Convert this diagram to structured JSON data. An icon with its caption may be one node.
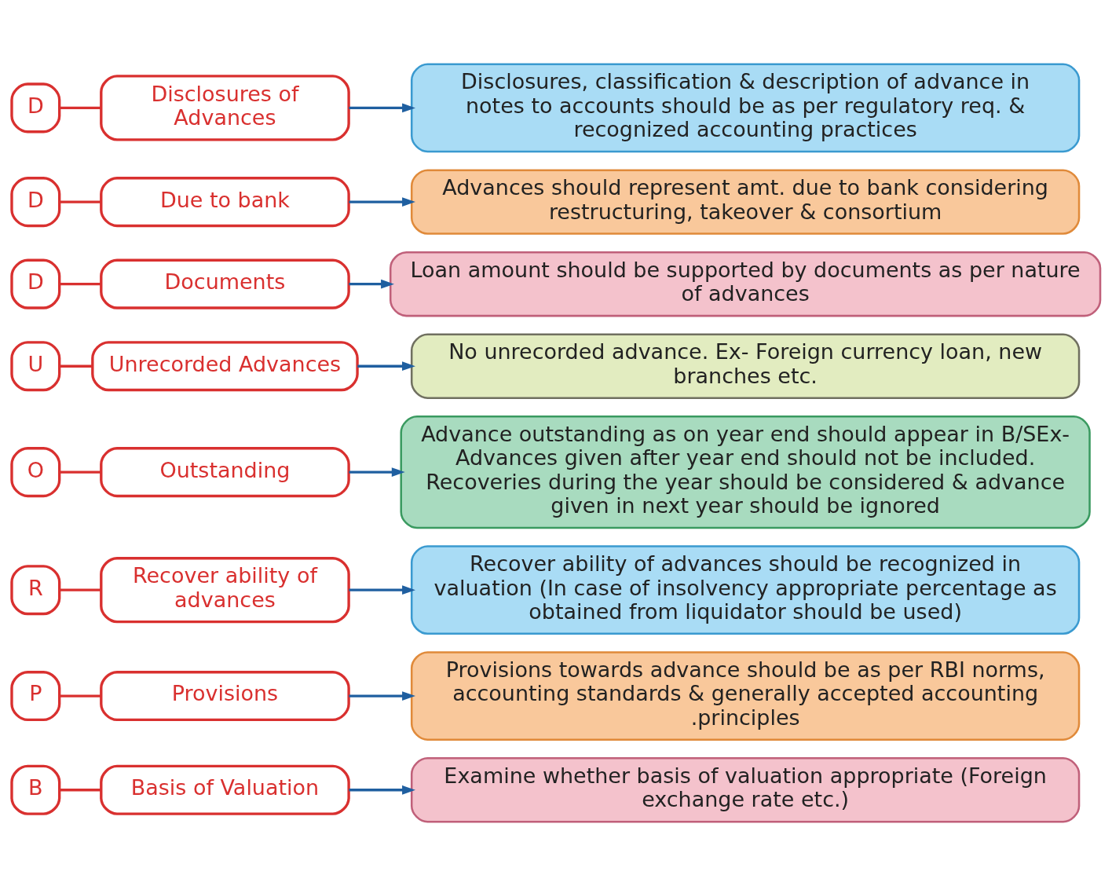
{
  "diagram": {
    "nodes": [
      {
        "text": [
          "B"
        ]
      },
      {
        "text": [
          "Basis of Valuation"
        ]
      },
      {
        "text": [
          "Examine whether basis of valuation appropriate (Foreign exchange rate etc.)"
        ]
      },
      {
        "text": [
          "P"
        ]
      },
      {
        "text": [
          "Provisions"
        ]
      },
      {
        "text": [
          "Provisions towards advance should be as per RBI norms, accounting standards & generally accepted accounting .principles"
        ]
      },
      {
        "text": [
          "R"
        ]
      },
      {
        "text": [
          "Recover ability of advances"
        ]
      },
      {
        "text": [
          "Recover ability of advances should be recognized in valuation (In case of insolvency appropriate percentage as obtained from liquidator should be used)"
        ]
      },
      {
        "text": [
          "O"
        ]
      },
      {
        "text": [
          "Outstanding"
        ]
      },
      {
        "text": [
          "Advance outstanding as on year end should appear in B/SEx- Advances given after year end should not be included. Recoveries during the year should be considered & advance given in next year should be ignored"
        ]
      },
      {
        "text": [
          "U"
        ]
      },
      {
        "text": [
          "Unrecorded Advances"
        ]
      },
      {
        "text": [
          "No unrecorded advance. Ex- Foreign currency loan, new branches etc."
        ]
      },
      {
        "text": [
          "D"
        ]
      },
      {
        "text": [
          "Documents"
        ]
      },
      {
        "text": [
          "Loan amount should be supported by documents as per nature of advances"
        ]
      },
      {
        "text": [
          "D"
        ]
      },
      {
        "text": [
          "Due to bank"
        ]
      },
      {
        "text": [
          "Advances should represent amt. due to bank considering restructuring, takeover & consortium"
        ]
      },
      {
        "text": [
          "D"
        ]
      },
      {
        "text": [
          "Disclosures of Advances"
        ]
      },
      {
        "text": [
          "Disclosures, classification & description of advance in notes to accounts should be as per regulatory req. & recognized accounting practices"
        ]
      }
    ],
    "edges": [
      {
        "from": 0,
        "to": 1,
        "arrow": "none",
        "color": "#d9302f"
      },
      {
        "from": 1,
        "to": 2,
        "arrow": "to",
        "color": "#1f5fa0"
      },
      {
        "from": 3,
        "to": 4,
        "arrow": "none",
        "color": "#d9302f"
      },
      {
        "from": 4,
        "to": 5,
        "arrow": "to",
        "color": "#1f5fa0"
      },
      {
        "from": 6,
        "to": 7,
        "arrow": "none",
        "color": "#d9302f"
      },
      {
        "from": 7,
        "to": 8,
        "arrow": "to",
        "color": "#1f5fa0"
      },
      {
        "from": 9,
        "to": 10,
        "arrow": "none",
        "color": "#d9302f"
      },
      {
        "from": 10,
        "to": 11,
        "arrow": "to",
        "color": "#1f5fa0"
      },
      {
        "from": 12,
        "to": 13,
        "arrow": "none",
        "color": "#d9302f"
      },
      {
        "from": 13,
        "to": 14,
        "arrow": "to",
        "color": "#1f5fa0"
      },
      {
        "from": 15,
        "to": 16,
        "arrow": "none",
        "color": "#d9302f"
      },
      {
        "from": 16,
        "to": 17,
        "arrow": "to",
        "color": "#1f5fa0"
      },
      {
        "from": 18,
        "to": 19,
        "arrow": "none",
        "color": "#d9302f"
      },
      {
        "from": 19,
        "to": 20,
        "arrow": "to",
        "color": "#1f5fa0"
      },
      {
        "from": 21,
        "to": 22,
        "arrow": "none",
        "color": "#d9302f"
      },
      {
        "from": 22,
        "to": 23,
        "arrow": "to",
        "color": "#1f5fa0"
      }
    ]
  }
}
